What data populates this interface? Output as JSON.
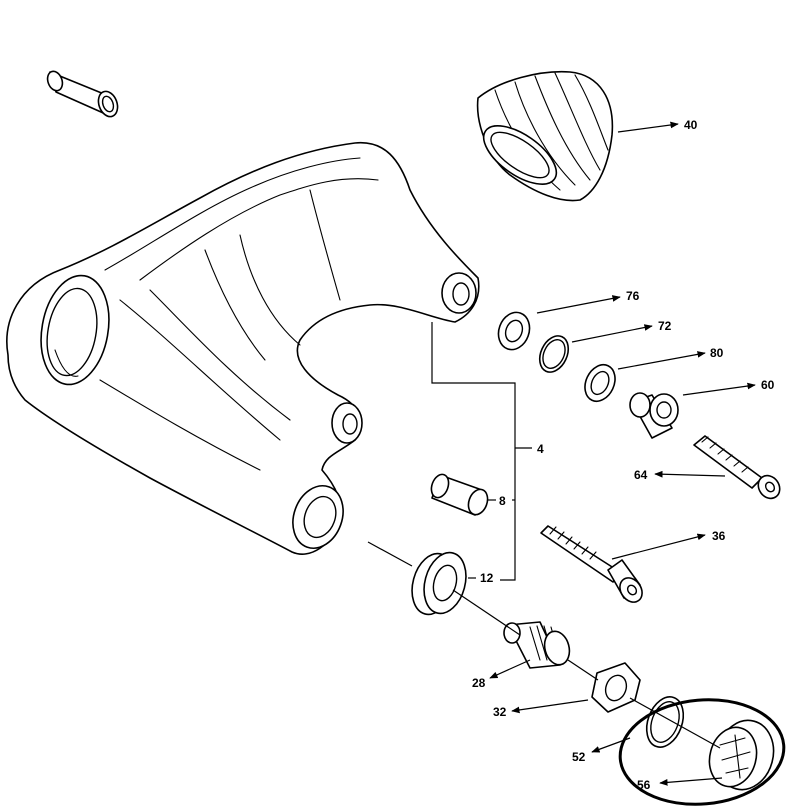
{
  "diagram": {
    "colors": {
      "line": "#000000",
      "background": "#ffffff"
    },
    "parts": [
      {
        "id": "swingarm",
        "icon": "swingarm"
      },
      {
        "id": "sleeve",
        "icon": "sleeve-bushing"
      },
      {
        "id": "rubber-boot",
        "icon": "rubber-boot"
      },
      {
        "id": "washer-76",
        "icon": "washer"
      },
      {
        "id": "o-ring-72",
        "icon": "o-ring"
      },
      {
        "id": "washer-80",
        "icon": "washer"
      },
      {
        "id": "spacer-60",
        "icon": "spacer"
      },
      {
        "id": "screw-64",
        "icon": "screw"
      },
      {
        "id": "bushing-8",
        "icon": "bushing"
      },
      {
        "id": "bolt-36",
        "icon": "bolt"
      },
      {
        "id": "bearing-12",
        "icon": "bearing"
      },
      {
        "id": "stud-28",
        "icon": "threaded-stud"
      },
      {
        "id": "nut-32",
        "icon": "hex-nut"
      },
      {
        "id": "ring-52",
        "icon": "ring"
      },
      {
        "id": "cap-56",
        "icon": "cap"
      }
    ],
    "callouts": {
      "c40": "40",
      "c76": "76",
      "c72": "72",
      "c80": "80",
      "c60": "60",
      "c64": "64",
      "c4": "4",
      "c8": "8",
      "c36": "36",
      "c12": "12",
      "c28": "28",
      "c32": "32",
      "c52": "52",
      "c56": "56"
    }
  }
}
